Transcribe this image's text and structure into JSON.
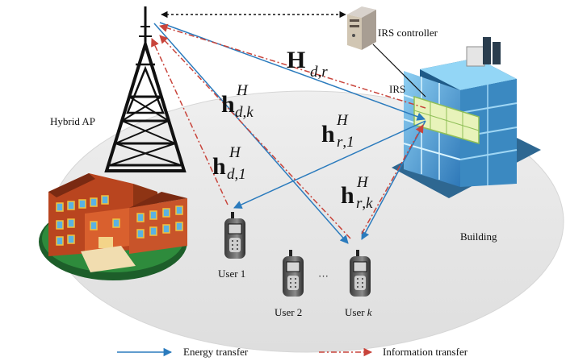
{
  "labels": {
    "hybrid_ap": "Hybrid AP",
    "irs_controller": "IRS controller",
    "irs": "IRS",
    "building": "Building",
    "user1": "User 1",
    "user2": "User 2",
    "userk_prefix": "User ",
    "userk_var": "k",
    "dots": "···"
  },
  "channels": {
    "Hdr": {
      "main": "H",
      "sub": "d",
      "comma": ",",
      "sub2": "r"
    },
    "hdk": {
      "main": "h",
      "sup": "H",
      "sub": "d",
      "comma": ",",
      "sub2": "k"
    },
    "hd1": {
      "main": "h",
      "sup": "H",
      "sub": "d",
      "comma": ",",
      "sub2": "1"
    },
    "hr1": {
      "main": "h",
      "sup": "H",
      "sub": "r",
      "comma": ",",
      "sub2": "1"
    },
    "hrk": {
      "main": "h",
      "sup": "H",
      "sub": "r",
      "comma": ",",
      "sub2": "k"
    }
  },
  "legend": {
    "energy": "Energy transfer",
    "information": "Information transfer"
  },
  "colors": {
    "energy": "#2b7bbd",
    "information": "#c8443b",
    "ground": "#e6e6e6"
  }
}
